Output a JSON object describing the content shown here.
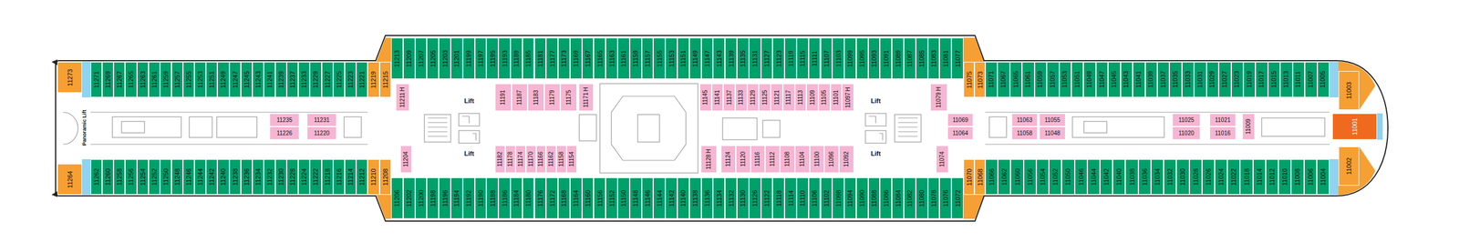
{
  "diagram": {
    "nodes": [
      {
        "text": [
          "11273"
        ]
      },
      {
        "text": [
          "11271"
        ]
      },
      {
        "text": [
          "11269"
        ]
      },
      {
        "text": [
          "11267"
        ]
      },
      {
        "text": [
          "11265"
        ]
      },
      {
        "text": [
          "11263"
        ]
      },
      {
        "text": [
          "11261"
        ]
      },
      {
        "text": [
          "11259"
        ]
      },
      {
        "text": [
          "11257"
        ]
      },
      {
        "text": [
          "11255"
        ]
      },
      {
        "text": [
          "11253"
        ]
      },
      {
        "text": [
          "11251"
        ]
      },
      {
        "text": [
          "11249"
        ]
      },
      {
        "text": [
          "11247"
        ]
      },
      {
        "text": [
          "11245"
        ]
      },
      {
        "text": [
          "11243"
        ]
      },
      {
        "text": [
          "11241"
        ]
      },
      {
        "text": [
          "11239"
        ]
      },
      {
        "text": [
          "11237"
        ]
      },
      {
        "text": [
          "11233"
        ]
      },
      {
        "text": [
          "11229"
        ]
      },
      {
        "text": [
          "11227"
        ]
      },
      {
        "text": [
          "11225"
        ]
      },
      {
        "text": [
          "11223"
        ]
      },
      {
        "text": [
          "11221"
        ]
      },
      {
        "text": [
          "11219"
        ]
      },
      {
        "text": [
          "11215"
        ]
      },
      {
        "text": [
          "11213"
        ]
      },
      {
        "text": [
          "11209"
        ]
      },
      {
        "text": [
          "11207"
        ]
      },
      {
        "text": [
          "11205"
        ]
      },
      {
        "text": [
          "11203"
        ]
      },
      {
        "text": [
          "11201"
        ]
      },
      {
        "text": [
          "11199"
        ]
      },
      {
        "text": [
          "11197"
        ]
      },
      {
        "text": [
          "11195"
        ]
      },
      {
        "text": [
          "11193"
        ]
      },
      {
        "text": [
          "11189"
        ]
      },
      {
        "text": [
          "11185"
        ]
      },
      {
        "text": [
          "11181"
        ]
      },
      {
        "text": [
          "11177"
        ]
      },
      {
        "text": [
          "11173"
        ]
      },
      {
        "text": [
          "11169"
        ]
      },
      {
        "text": [
          "11167"
        ]
      },
      {
        "text": [
          "11165"
        ]
      },
      {
        "text": [
          "11163"
        ]
      },
      {
        "text": [
          "11161"
        ]
      },
      {
        "text": [
          "11159"
        ]
      },
      {
        "text": [
          "11157"
        ]
      },
      {
        "text": [
          "11155"
        ]
      },
      {
        "text": [
          "11153"
        ]
      },
      {
        "text": [
          "11151"
        ]
      },
      {
        "text": [
          "11149"
        ]
      },
      {
        "text": [
          "11147"
        ]
      },
      {
        "text": [
          "11143"
        ]
      },
      {
        "text": [
          "11139"
        ]
      },
      {
        "text": [
          "11135"
        ]
      },
      {
        "text": [
          "11131"
        ]
      },
      {
        "text": [
          "11127"
        ]
      },
      {
        "text": [
          "11123"
        ]
      },
      {
        "text": [
          "11119"
        ]
      },
      {
        "text": [
          "11115"
        ]
      },
      {
        "text": [
          "11111"
        ]
      },
      {
        "text": [
          "11107"
        ]
      },
      {
        "text": [
          "11103"
        ]
      },
      {
        "text": [
          "11099"
        ]
      },
      {
        "text": [
          "11095"
        ]
      },
      {
        "text": [
          "11093"
        ]
      },
      {
        "text": [
          "11091"
        ]
      },
      {
        "text": [
          "11089"
        ]
      },
      {
        "text": [
          "11087"
        ]
      },
      {
        "text": [
          "11085"
        ]
      },
      {
        "text": [
          "11083"
        ]
      },
      {
        "text": [
          "11081"
        ]
      },
      {
        "text": [
          "11077"
        ]
      },
      {
        "text": [
          "11075"
        ]
      },
      {
        "text": [
          "11073"
        ]
      },
      {
        "text": [
          "11071"
        ]
      },
      {
        "text": [
          "11067"
        ]
      },
      {
        "text": [
          "11065"
        ]
      },
      {
        "text": [
          "11061"
        ]
      },
      {
        "text": [
          "11059"
        ]
      },
      {
        "text": [
          "11057"
        ]
      },
      {
        "text": [
          "11053"
        ]
      },
      {
        "text": [
          "11051"
        ]
      },
      {
        "text": [
          "11049"
        ]
      },
      {
        "text": [
          "11047"
        ]
      },
      {
        "text": [
          "11045"
        ]
      },
      {
        "text": [
          "11043"
        ]
      },
      {
        "text": [
          "11041"
        ]
      },
      {
        "text": [
          "11039"
        ]
      },
      {
        "text": [
          "11037"
        ]
      },
      {
        "text": [
          "11035"
        ]
      },
      {
        "text": [
          "11033"
        ]
      },
      {
        "text": [
          "11031"
        ]
      },
      {
        "text": [
          "11029"
        ]
      },
      {
        "text": [
          "11027"
        ]
      },
      {
        "text": [
          "11023"
        ]
      },
      {
        "text": [
          "11019"
        ]
      },
      {
        "text": [
          "11017"
        ]
      },
      {
        "text": [
          "11015"
        ]
      },
      {
        "text": [
          "11013"
        ]
      },
      {
        "text": [
          "11011"
        ]
      },
      {
        "text": [
          "11007"
        ]
      },
      {
        "text": [
          "11005"
        ]
      },
      {
        "text": [
          "11003"
        ]
      },
      {
        "text": [
          "11211",
          "H"
        ]
      },
      {
        "text": [
          "11191"
        ]
      },
      {
        "text": [
          "11187"
        ]
      },
      {
        "text": [
          "11183"
        ]
      },
      {
        "text": [
          "11179"
        ]
      },
      {
        "text": [
          "11175"
        ]
      },
      {
        "text": [
          "11171",
          "H"
        ]
      },
      {
        "text": [
          "11145"
        ]
      },
      {
        "text": [
          "11141"
        ]
      },
      {
        "text": [
          "11137"
        ]
      },
      {
        "text": [
          "11133"
        ]
      },
      {
        "text": [
          "11129"
        ]
      },
      {
        "text": [
          "11125"
        ]
      },
      {
        "text": [
          "11121"
        ]
      },
      {
        "text": [
          "11117"
        ]
      },
      {
        "text": [
          "11113"
        ]
      },
      {
        "text": [
          "11109"
        ]
      },
      {
        "text": [
          "11105"
        ]
      },
      {
        "text": [
          "11101"
        ]
      },
      {
        "text": [
          "11097",
          "H"
        ]
      },
      {
        "text": [
          "11079",
          "H"
        ]
      },
      {
        "text": [
          "11235"
        ]
      },
      {
        "text": [
          "11231"
        ]
      },
      {
        "text": [
          "11069"
        ]
      },
      {
        "text": [
          "11063"
        ]
      },
      {
        "text": [
          "11055"
        ]
      },
      {
        "text": [
          "11025"
        ]
      },
      {
        "text": [
          "11021"
        ]
      },
      {
        "text": [
          "11009"
        ]
      },
      {
        "text": [
          "11001"
        ]
      },
      {
        "text": [
          "11226"
        ]
      },
      {
        "text": [
          "11220"
        ]
      },
      {
        "text": [
          "11064"
        ]
      },
      {
        "text": [
          "11058"
        ]
      },
      {
        "text": [
          "11048"
        ]
      },
      {
        "text": [
          "11020"
        ]
      },
      {
        "text": [
          "11016"
        ]
      },
      {
        "text": [
          "11204"
        ]
      },
      {
        "text": [
          "11182"
        ]
      },
      {
        "text": [
          "11178"
        ]
      },
      {
        "text": [
          "11174"
        ]
      },
      {
        "text": [
          "11170"
        ]
      },
      {
        "text": [
          "11166"
        ]
      },
      {
        "text": [
          "11162"
        ]
      },
      {
        "text": [
          "11158"
        ]
      },
      {
        "text": [
          "11154"
        ]
      },
      {
        "text": [
          "11128",
          "H"
        ]
      },
      {
        "text": [
          "11124"
        ]
      },
      {
        "text": [
          "11120"
        ]
      },
      {
        "text": [
          "11116"
        ]
      },
      {
        "text": [
          "11112"
        ]
      },
      {
        "text": [
          "11108"
        ]
      },
      {
        "text": [
          "11104"
        ]
      },
      {
        "text": [
          "11100"
        ]
      },
      {
        "text": [
          "11096"
        ]
      },
      {
        "text": [
          "11092"
        ]
      },
      {
        "text": [
          "11074"
        ]
      },
      {
        "text": [
          "11264"
        ]
      },
      {
        "text": [
          "11262"
        ]
      },
      {
        "text": [
          "11260"
        ]
      },
      {
        "text": [
          "11258"
        ]
      },
      {
        "text": [
          "11256"
        ]
      },
      {
        "text": [
          "11254"
        ]
      },
      {
        "text": [
          "11252"
        ]
      },
      {
        "text": [
          "11250"
        ]
      },
      {
        "text": [
          "11248"
        ]
      },
      {
        "text": [
          "11246"
        ]
      },
      {
        "text": [
          "11244"
        ]
      },
      {
        "text": [
          "11242"
        ]
      },
      {
        "text": [
          "11240"
        ]
      },
      {
        "text": [
          "11238"
        ]
      },
      {
        "text": [
          "11236"
        ]
      },
      {
        "text": [
          "11234"
        ]
      },
      {
        "text": [
          "11232"
        ]
      },
      {
        "text": [
          "11230"
        ]
      },
      {
        "text": [
          "11228"
        ]
      },
      {
        "text": [
          "11224"
        ]
      },
      {
        "text": [
          "11222"
        ]
      },
      {
        "text": [
          "11218"
        ]
      },
      {
        "text": [
          "11216"
        ]
      },
      {
        "text": [
          "11214"
        ]
      },
      {
        "text": [
          "11212"
        ]
      },
      {
        "text": [
          "11210"
        ]
      },
      {
        "text": [
          "11208"
        ]
      },
      {
        "text": [
          "11206"
        ]
      },
      {
        "text": [
          "11202"
        ]
      },
      {
        "text": [
          "11200"
        ]
      },
      {
        "text": [
          "11198"
        ]
      },
      {
        "text": [
          "11196"
        ]
      },
      {
        "text": [
          "11194"
        ]
      },
      {
        "text": [
          "11192"
        ]
      },
      {
        "text": [
          "11190"
        ]
      },
      {
        "text": [
          "11188"
        ]
      },
      {
        "text": [
          "11186"
        ]
      },
      {
        "text": [
          "11184"
        ]
      },
      {
        "text": [
          "11180"
        ]
      },
      {
        "text": [
          "11176"
        ]
      },
      {
        "text": [
          "11172"
        ]
      },
      {
        "text": [
          "11168"
        ]
      },
      {
        "text": [
          "11164"
        ]
      },
      {
        "text": [
          "11160"
        ]
      },
      {
        "text": [
          "11156"
        ]
      },
      {
        "text": [
          "11152"
        ]
      },
      {
        "text": [
          "11150"
        ]
      },
      {
        "text": [
          "11148"
        ]
      },
      {
        "text": [
          "11146"
        ]
      },
      {
        "text": [
          "11144"
        ]
      },
      {
        "text": [
          "11142"
        ]
      },
      {
        "text": [
          "11140"
        ]
      },
      {
        "text": [
          "11138"
        ]
      },
      {
        "text": [
          "11136"
        ]
      },
      {
        "text": [
          "11134"
        ]
      },
      {
        "text": [
          "11132"
        ]
      },
      {
        "text": [
          "11130"
        ]
      },
      {
        "text": [
          "11126"
        ]
      },
      {
        "text": [
          "11122"
        ]
      },
      {
        "text": [
          "11118"
        ]
      },
      {
        "text": [
          "11114"
        ]
      },
      {
        "text": [
          "11110"
        ]
      },
      {
        "text": [
          "11106"
        ]
      },
      {
        "text": [
          "11102"
        ]
      },
      {
        "text": [
          "11098"
        ]
      },
      {
        "text": [
          "11094"
        ]
      },
      {
        "text": [
          "11090"
        ]
      },
      {
        "text": [
          "11088"
        ]
      },
      {
        "text": [
          "11086"
        ]
      },
      {
        "text": [
          "11084"
        ]
      },
      {
        "text": [
          "11082"
        ]
      },
      {
        "text": [
          "11080"
        ]
      },
      {
        "text": [
          "11078"
        ]
      },
      {
        "text": [
          "11076"
        ]
      },
      {
        "text": [
          "11072"
        ]
      },
      {
        "text": [
          "11070"
        ]
      },
      {
        "text": [
          "11068"
        ]
      },
      {
        "text": [
          "11066"
        ]
      },
      {
        "text": [
          "11062"
        ]
      },
      {
        "text": [
          "11060"
        ]
      },
      {
        "text": [
          "11056"
        ]
      },
      {
        "text": [
          "11054"
        ]
      },
      {
        "text": [
          "11052"
        ]
      },
      {
        "text": [
          "11050"
        ]
      },
      {
        "text": [
          "11046"
        ]
      },
      {
        "text": [
          "11044"
        ]
      },
      {
        "text": [
          "11042"
        ]
      },
      {
        "text": [
          "11040"
        ]
      },
      {
        "text": [
          "11038"
        ]
      },
      {
        "text": [
          "11036"
        ]
      },
      {
        "text": [
          "11034"
        ]
      },
      {
        "text": [
          "11032"
        ]
      },
      {
        "text": [
          "11030"
        ]
      },
      {
        "text": [
          "11028"
        ]
      },
      {
        "text": [
          "11026"
        ]
      },
      {
        "text": [
          "11024"
        ]
      },
      {
        "text": [
          "11022"
        ]
      },
      {
        "text": [
          "11018"
        ]
      },
      {
        "text": [
          "11014"
        ]
      },
      {
        "text": [
          "11012"
        ]
      },
      {
        "text": [
          "11010"
        ]
      },
      {
        "text": [
          "11008"
        ]
      },
      {
        "text": [
          "11006"
        ]
      },
      {
        "text": [
          "11004"
        ]
      },
      {
        "text": [
          "11002"
        ]
      }
    ],
    "labels": [
      "Panoramic Lift",
      "Lift",
      "Lift",
      "Lift",
      "Lift"
    ]
  }
}
